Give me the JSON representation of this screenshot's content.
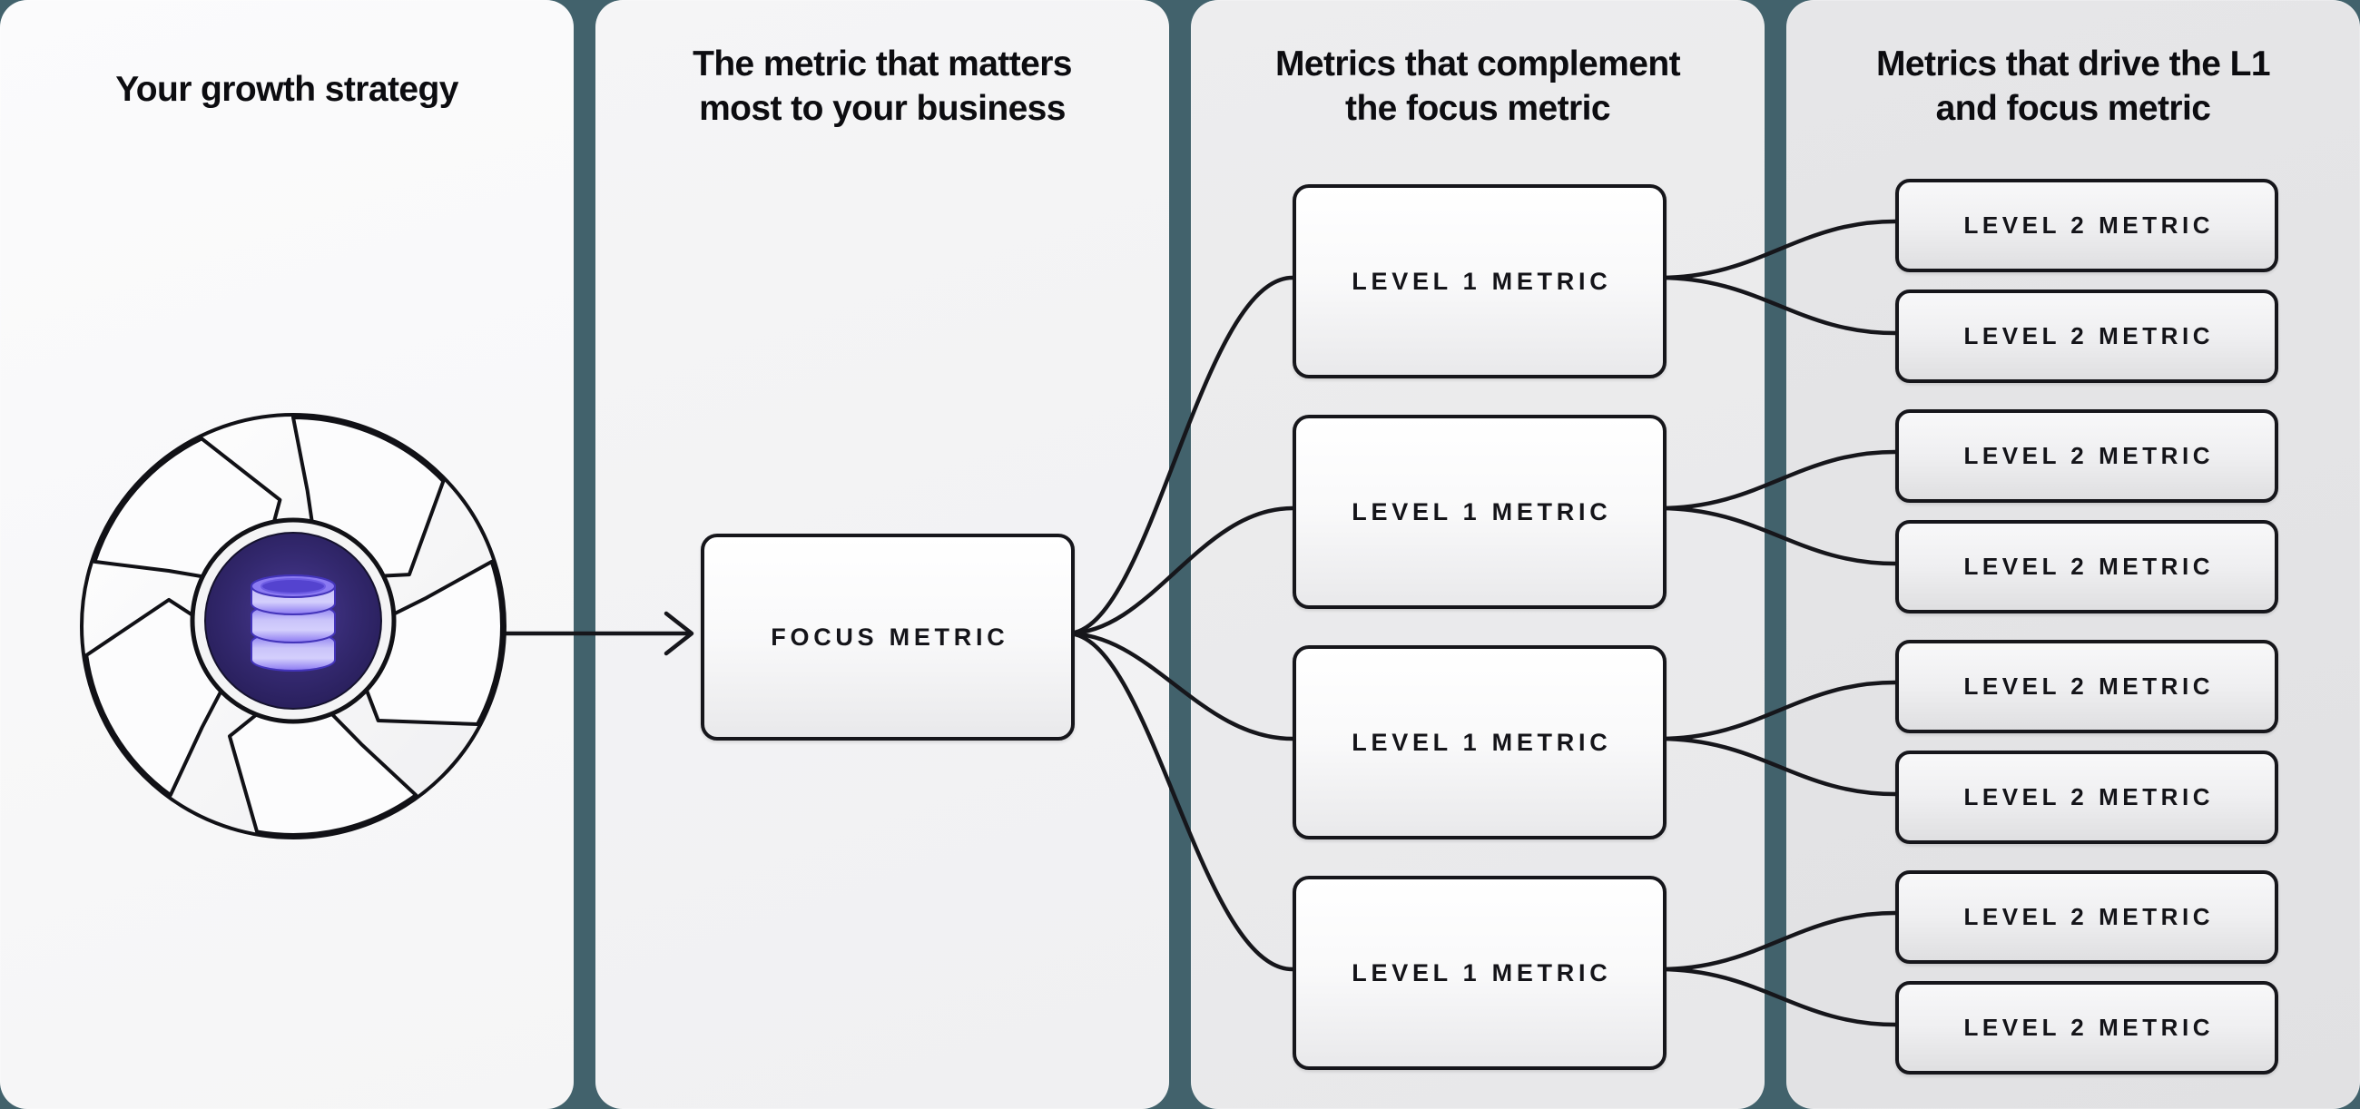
{
  "colors": {
    "background_teal": "#4B6972",
    "ink": "#16161b",
    "panel_light": "#f8f8f9",
    "panel_dark": "#e3e3e5",
    "hub_indigo_dark": "#271e58",
    "hub_indigo_light": "#4b3b96",
    "db_purple": "#8a79f3",
    "db_lavender": "#cfc9fb"
  },
  "panels": [
    {
      "title_lines": [
        "Your growth strategy",
        ""
      ],
      "icon": "growth-engine-shutter-database-icon"
    },
    {
      "title_lines": [
        "The metric that matters",
        "most to your business"
      ],
      "box_label": "FOCUS METRIC"
    },
    {
      "title_lines": [
        "Metrics that complement",
        "the focus metric"
      ],
      "box_labels": [
        "LEVEL 1 METRIC",
        "LEVEL 1 METRIC",
        "LEVEL 1 METRIC",
        "LEVEL 1 METRIC"
      ]
    },
    {
      "title_lines": [
        "Metrics that drive the L1",
        "and focus metric"
      ],
      "box_labels": [
        "LEVEL 2 METRIC",
        "LEVEL 2 METRIC",
        "LEVEL 2 METRIC",
        "LEVEL 2 METRIC",
        "LEVEL 2 METRIC",
        "LEVEL 2 METRIC",
        "LEVEL 2 METRIC",
        "LEVEL 2 METRIC"
      ]
    }
  ]
}
